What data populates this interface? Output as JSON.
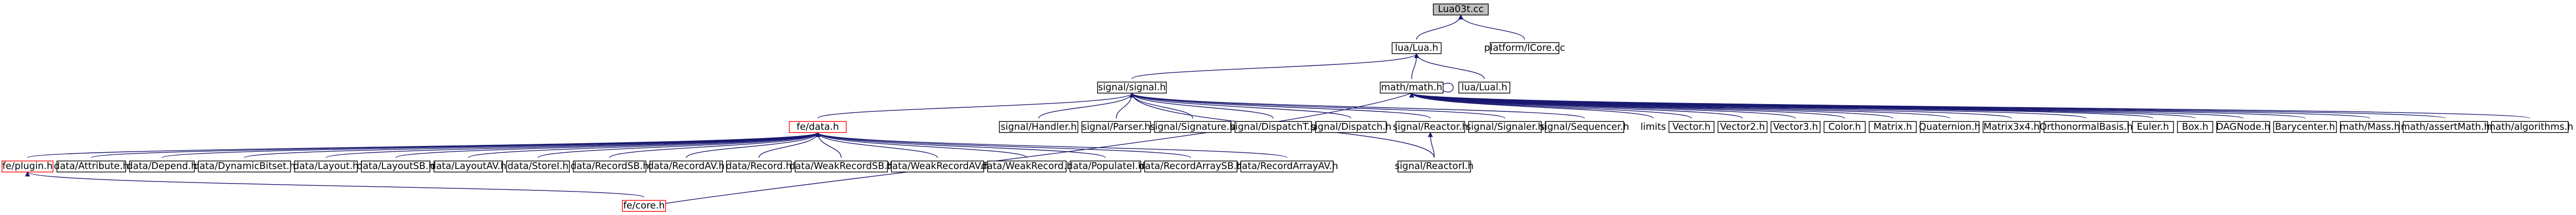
{
  "graph": {
    "nodes": {
      "root": "Lua03t.cc",
      "lua_h": "lua/Lua.h",
      "platform": "platform/lCore.cc",
      "signal": "signal/signal.h",
      "math": "math/math.h",
      "lual": "lua/Lual.h",
      "fe": "fe/data.h",
      "sHandler": "signal/Handler.h",
      "sParser": "signal/Parser.h",
      "sSignature": "signal/Signature.h",
      "sDispatchT": "signal/DispatchT.h",
      "sDispatch": "signal/Dispatch.h",
      "sReactor": "signal/Reactor.h",
      "sSignaler": "signal/Signaler.h",
      "sSequencer": "signal/Sequencer.h",
      "sReactorI": "signal/ReactorI.h",
      "limits": "limits",
      "vector": "Vector.h",
      "vector2": "Vector2.h",
      "vector3": "Vector3.h",
      "color": "Color.h",
      "matrix": "Matrix.h",
      "quaternion": "Quaternion.h",
      "matrix3x4": "Matrix3x4.h",
      "ortho": "OrthonormalBasis.h",
      "euler": "Euler.h",
      "box": "Box.h",
      "dagnode": "DAGNode.h",
      "barycenter": "Barycenter.h",
      "mathMass": "math/Mass.h",
      "mathAssert": "math/assertMath.h",
      "mathAlgo": "math/algorithms.h",
      "fePlugin": "fe/plugin.h",
      "dAttribute": "data/Attribute.h",
      "dDepend": "data/Depend.h",
      "dDynBitset": "data/DynamicBitset.h",
      "dLayout": "data/Layout.h",
      "dLayoutSB": "data/LayoutSB.h",
      "dLayoutAV": "data/LayoutAV.h",
      "dStore": "data/StoreI.h",
      "dRecordSB": "data/RecordSB.h",
      "dRecordAV": "data/RecordAV.h",
      "dRecord": "data/Record.h",
      "dWeakSB": "data/WeakRecordSB.h",
      "dWeakAV": "data/WeakRecordAV.h",
      "dWeak": "data/WeakRecord.h",
      "dPopulate": "data/PopulateI.h",
      "dArraySB": "data/RecordArraySB.h",
      "dArrayAV": "data/RecordArrayAV.h",
      "feCore": "fe/core.h"
    }
  }
}
